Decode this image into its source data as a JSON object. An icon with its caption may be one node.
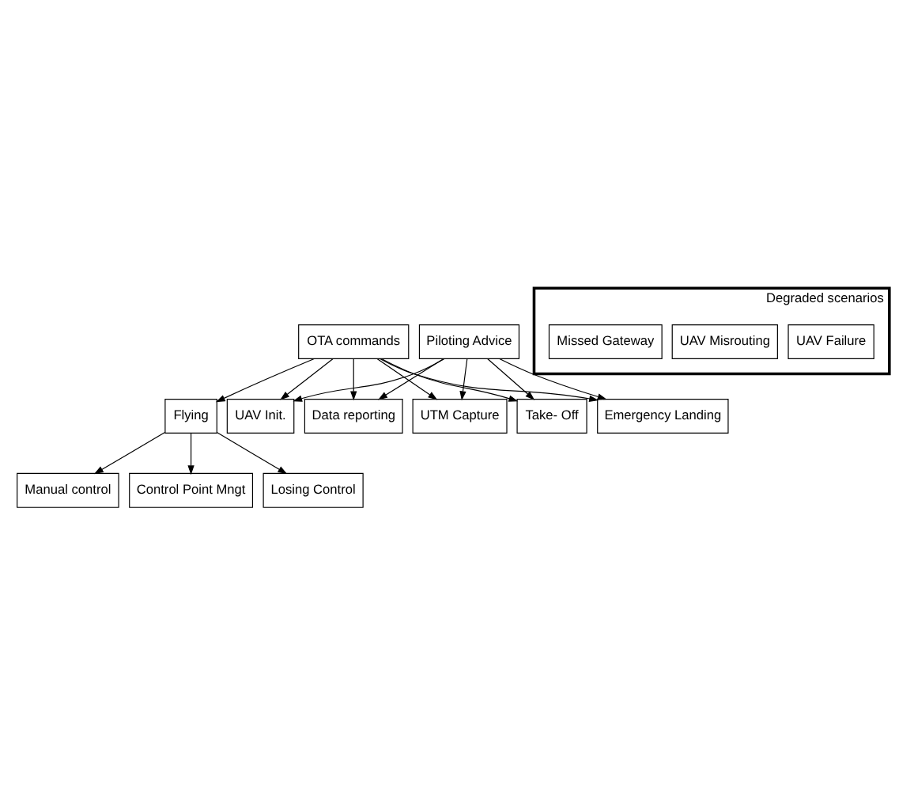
{
  "diagram": {
    "nodes": [
      {
        "text": [
          "OTA commands"
        ]
      },
      {
        "text": [
          "Piloting Advice"
        ]
      },
      {
        "text": [
          "Flying"
        ]
      },
      {
        "text": [
          "UAV Init."
        ]
      },
      {
        "text": [
          "Data reporting"
        ]
      },
      {
        "text": [
          "UTM Capture"
        ]
      },
      {
        "text": [
          "Take- Off"
        ]
      },
      {
        "text": [
          "Emergency Landing"
        ]
      },
      {
        "text": [
          "Manual control"
        ]
      },
      {
        "text": [
          "Control Point Mngt"
        ]
      },
      {
        "text": [
          "Losing Control"
        ]
      },
      {
        "text": [
          "Degraded scenarios"
        ]
      },
      {
        "text": [
          "UAV Failure"
        ],
        "in": 11
      },
      {
        "text": [
          "UAV Misrouting"
        ],
        "in": 11
      },
      {
        "text": [
          "Missed Gateway"
        ],
        "in": 11
      }
    ],
    "edges": [
      {
        "from": 0,
        "to": 2,
        "arrow": "to"
      },
      {
        "from": 0,
        "to": 3,
        "arrow": "to"
      },
      {
        "from": 0,
        "to": 4,
        "arrow": "to"
      },
      {
        "from": 0,
        "to": 5,
        "arrow": "to"
      },
      {
        "from": 0,
        "to": 6,
        "arrow": "to"
      },
      {
        "from": 0,
        "to": 7,
        "arrow": "to"
      },
      {
        "from": 1,
        "to": 3,
        "arrow": "to"
      },
      {
        "from": 1,
        "to": 4,
        "arrow": "to"
      },
      {
        "from": 1,
        "to": 5,
        "arrow": "to"
      },
      {
        "from": 1,
        "to": 6,
        "arrow": "to"
      },
      {
        "from": 1,
        "to": 7,
        "arrow": "to"
      },
      {
        "from": 2,
        "to": 8,
        "arrow": "to"
      },
      {
        "from": 2,
        "to": 9,
        "arrow": "to"
      },
      {
        "from": 2,
        "to": 10,
        "arrow": "to"
      }
    ]
  }
}
